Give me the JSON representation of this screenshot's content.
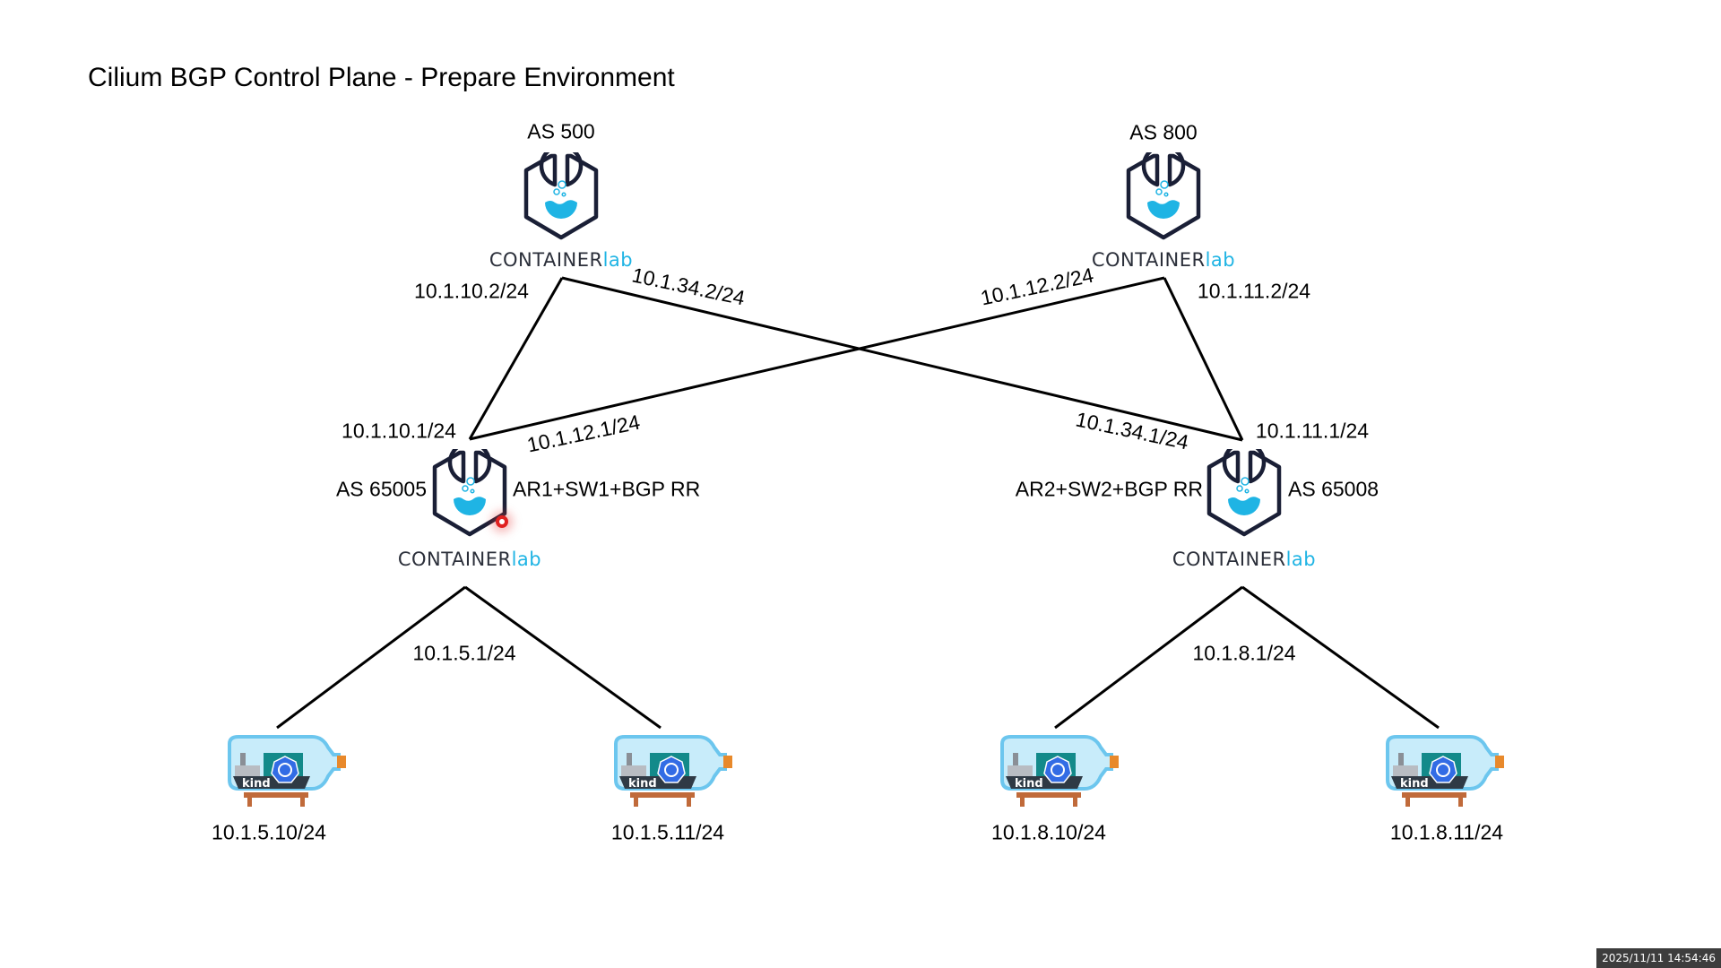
{
  "title": "Cilium BGP Control Plane - Prepare Environment",
  "brand": {
    "prefix": "CONTAINER",
    "suffix": "lab"
  },
  "colors": {
    "brand_blue": "#1fb4e4",
    "icon_navy": "#1a1f36",
    "line": "#000000"
  },
  "nodes": {
    "spine_left": {
      "as": "AS 500"
    },
    "spine_right": {
      "as": "AS 800"
    },
    "leaf_left": {
      "as": "AS 65005",
      "role": "AR1+SW1+BGP RR"
    },
    "leaf_right": {
      "as": "AS 65008",
      "role": "AR2+SW2+BGP RR"
    }
  },
  "links": {
    "spine_left_leaf_left": {
      "spine_ip": "10.1.10.2/24",
      "leaf_ip": "10.1.10.1/24"
    },
    "spine_left_leaf_right": {
      "spine_ip": "10.1.34.2/24",
      "leaf_ip": "10.1.34.1/24"
    },
    "spine_right_leaf_left": {
      "spine_ip": "10.1.12.2/24",
      "leaf_ip": "10.1.12.1/24"
    },
    "spine_right_leaf_right": {
      "spine_ip": "10.1.11.2/24",
      "leaf_ip": "10.1.11.1/24"
    },
    "leaf_left_gateway": "10.1.5.1/24",
    "leaf_right_gateway": "10.1.8.1/24"
  },
  "kind_nodes": [
    {
      "label": "kind",
      "ip": "10.1.5.10/24"
    },
    {
      "label": "kind",
      "ip": "10.1.5.11/24"
    },
    {
      "label": "kind",
      "ip": "10.1.8.10/24"
    },
    {
      "label": "kind",
      "ip": "10.1.8.11/24"
    }
  ],
  "timestamp": "2025/11/11 14:54:46"
}
